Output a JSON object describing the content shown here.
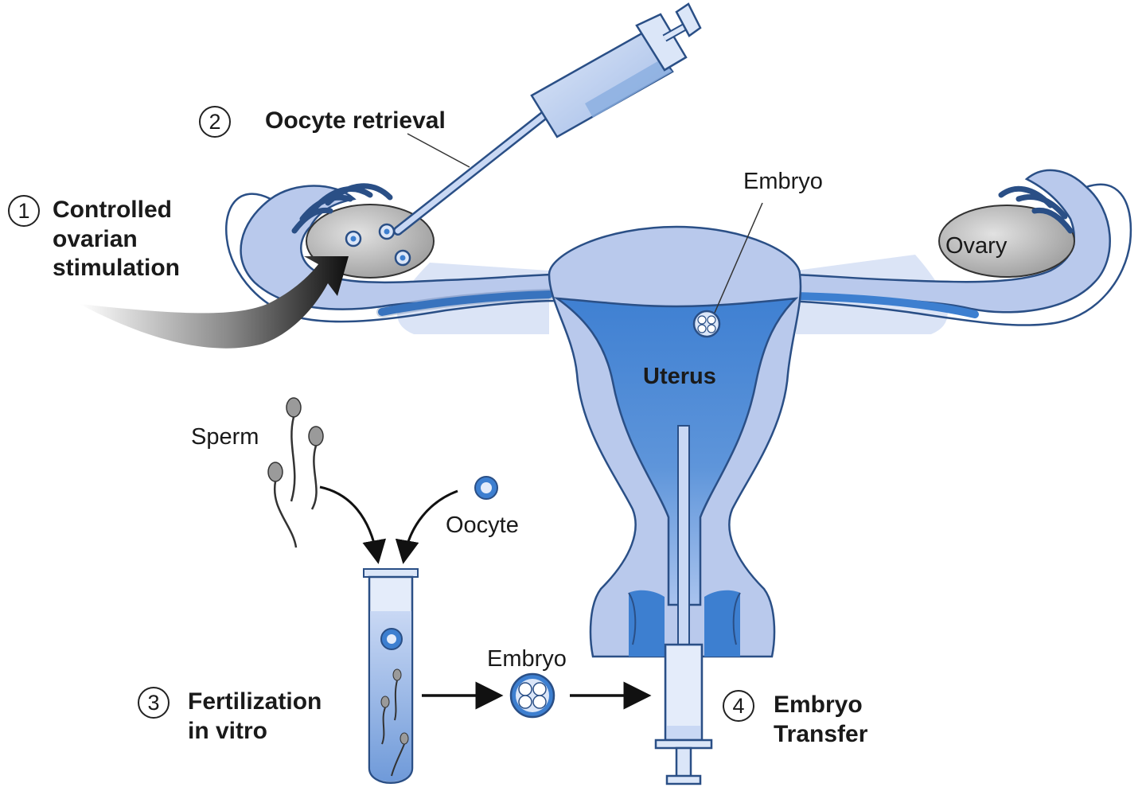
{
  "steps": [
    {
      "number": "1",
      "lines": [
        "Controlled",
        "ovarian",
        "stimulation"
      ]
    },
    {
      "number": "2",
      "lines": [
        "Oocyte retrieval"
      ]
    },
    {
      "number": "3",
      "lines": [
        "Fertilization",
        "in vitro"
      ]
    },
    {
      "number": "4",
      "lines": [
        "Embryo",
        "Transfer"
      ]
    }
  ],
  "labels": {
    "embryo_top": "Embryo",
    "ovary": "Ovary",
    "uterus": "Uterus",
    "sperm": "Sperm",
    "oocyte": "Oocyte",
    "embryo_bottom": "Embryo"
  },
  "colors": {
    "tissue_light": "#b9c9ec",
    "tissue_mid": "#8aaee0",
    "cavity_blue": "#3d7fd0",
    "outline": "#2a4f86",
    "ovary_gray": "#b5b5b5",
    "arrow_dark": "#111111"
  }
}
